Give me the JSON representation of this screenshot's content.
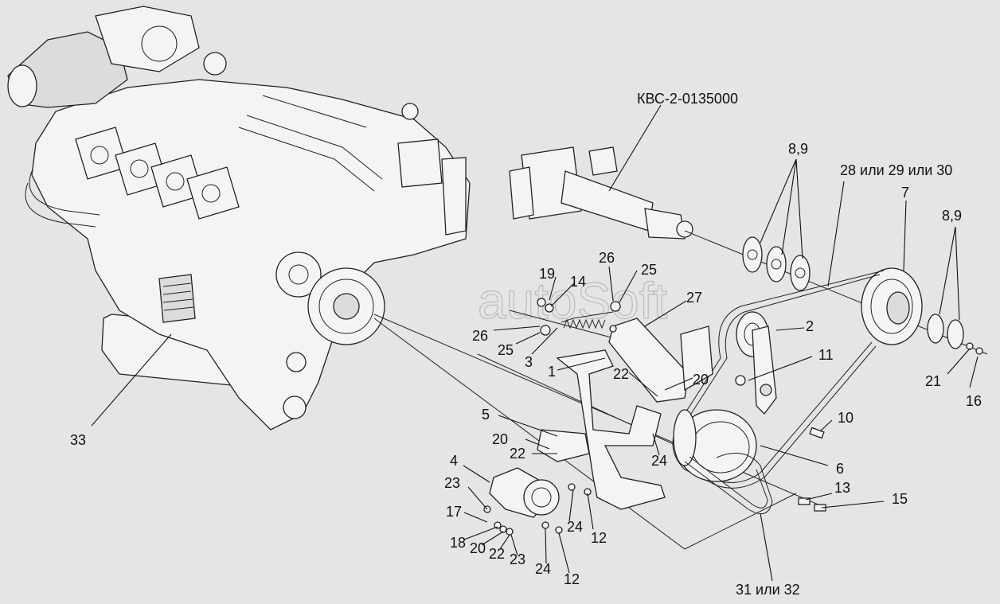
{
  "diagram": {
    "watermark": "autoSoft",
    "callouts": [
      {
        "id": "kvs",
        "text": "КВС-2-0135000"
      },
      {
        "id": "c89a",
        "text": "8,9"
      },
      {
        "id": "c89b",
        "text": "8,9"
      },
      {
        "id": "c282930",
        "text": "28 или 29 или 30"
      },
      {
        "id": "c7",
        "text": "7"
      },
      {
        "id": "c19",
        "text": "19"
      },
      {
        "id": "c14",
        "text": "14"
      },
      {
        "id": "c26a",
        "text": "26"
      },
      {
        "id": "c25a",
        "text": "25"
      },
      {
        "id": "c27",
        "text": "27"
      },
      {
        "id": "c26b",
        "text": "26"
      },
      {
        "id": "c25b",
        "text": "25"
      },
      {
        "id": "c3",
        "text": "3"
      },
      {
        "id": "c2",
        "text": "2"
      },
      {
        "id": "c11",
        "text": "11"
      },
      {
        "id": "c21",
        "text": "21"
      },
      {
        "id": "c16",
        "text": "16"
      },
      {
        "id": "c1",
        "text": "1"
      },
      {
        "id": "c22a",
        "text": "22"
      },
      {
        "id": "c20a",
        "text": "20"
      },
      {
        "id": "c10",
        "text": "10"
      },
      {
        "id": "c5",
        "text": "5"
      },
      {
        "id": "c20b",
        "text": "20"
      },
      {
        "id": "c22b",
        "text": "22"
      },
      {
        "id": "c24a",
        "text": "24"
      },
      {
        "id": "c6",
        "text": "6"
      },
      {
        "id": "c4",
        "text": "4"
      },
      {
        "id": "c23a",
        "text": "23"
      },
      {
        "id": "c13",
        "text": "13"
      },
      {
        "id": "c15",
        "text": "15"
      },
      {
        "id": "c17",
        "text": "17"
      },
      {
        "id": "c24b",
        "text": "24"
      },
      {
        "id": "c12a",
        "text": "12"
      },
      {
        "id": "c18",
        "text": "18"
      },
      {
        "id": "c20c",
        "text": "20"
      },
      {
        "id": "c22c",
        "text": "22"
      },
      {
        "id": "c23b",
        "text": "23"
      },
      {
        "id": "c24c",
        "text": "24"
      },
      {
        "id": "c12b",
        "text": "12"
      },
      {
        "id": "c33",
        "text": "33"
      },
      {
        "id": "c3132",
        "text": "31 или 32"
      }
    ]
  }
}
